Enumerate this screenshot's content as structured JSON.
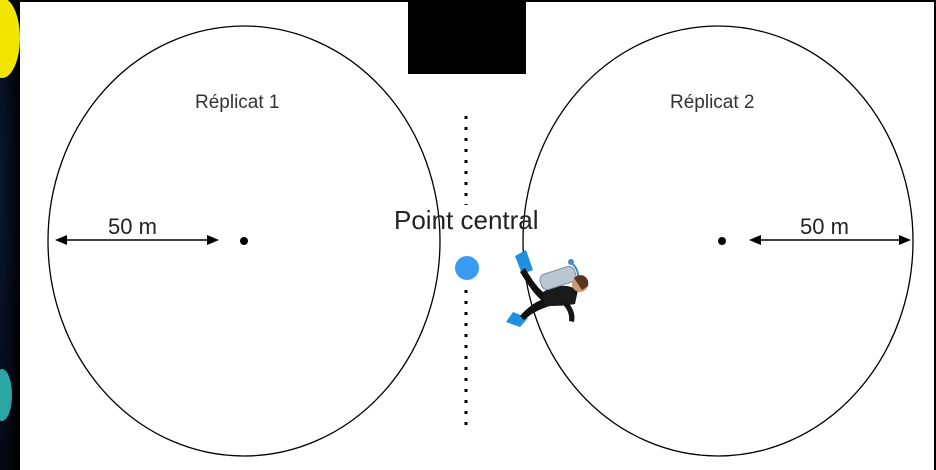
{
  "diagram": {
    "left_circle": {
      "title": "Réplicat 1",
      "radius_label": "50 m"
    },
    "right_circle": {
      "title": "Réplicat 2",
      "radius_label": "50 m"
    },
    "center_label": "Point central",
    "colors": {
      "background": "#000000",
      "panel": "#ffffff",
      "stroke": "#000000",
      "center_marker": "#3a9cf0",
      "side_accent_yellow": "#f2e600",
      "side_accent_teal": "#2aa6a6"
    },
    "icons": {
      "diver": "scuba-diver-icon",
      "buoy": "center-buoy-marker"
    }
  }
}
